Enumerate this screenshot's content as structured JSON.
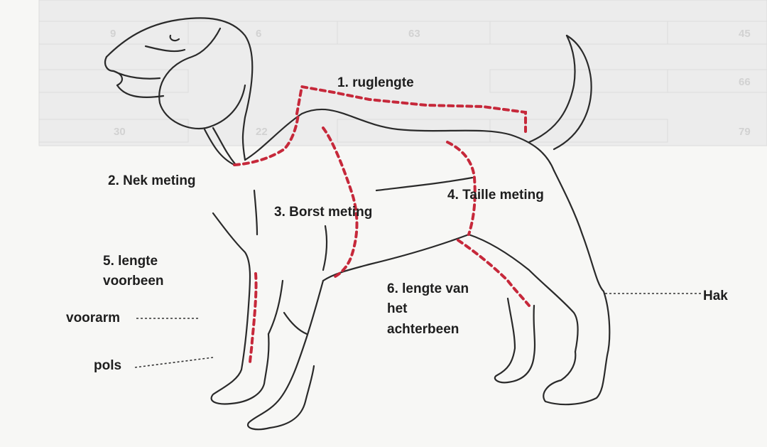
{
  "labels": {
    "ruglengte": "1. ruglengte",
    "nek": "2. Nek meting",
    "borst": "3.  Borst meting",
    "taille": "4. Taille meting",
    "voorbeen_1": "5. lengte",
    "voorbeen_2": "voorbeen",
    "achterbeen_1": "6. lengte van",
    "achterbeen_2": "het",
    "achterbeen_3": "achterbeen",
    "voorarm": "voorarm",
    "pols": "pols",
    "hak": "Hak"
  },
  "background_table": {
    "rows": [
      [
        "45",
        "",
        "",
        "",
        "",
        "6",
        "63",
        "9"
      ],
      [
        "",
        "",
        "",
        "",
        "",
        "",
        "",
        ""
      ],
      [
        "66",
        "",
        "",
        "",
        "",
        "",
        "",
        ""
      ],
      [
        "",
        "",
        "",
        "",
        "",
        "",
        "",
        ""
      ],
      [
        "79",
        "",
        "",
        "",
        "22",
        "",
        "",
        "30"
      ]
    ]
  },
  "colors": {
    "outline": "#2a2a2a",
    "measurement": "#c6283a",
    "label": "#1e1e1e"
  }
}
